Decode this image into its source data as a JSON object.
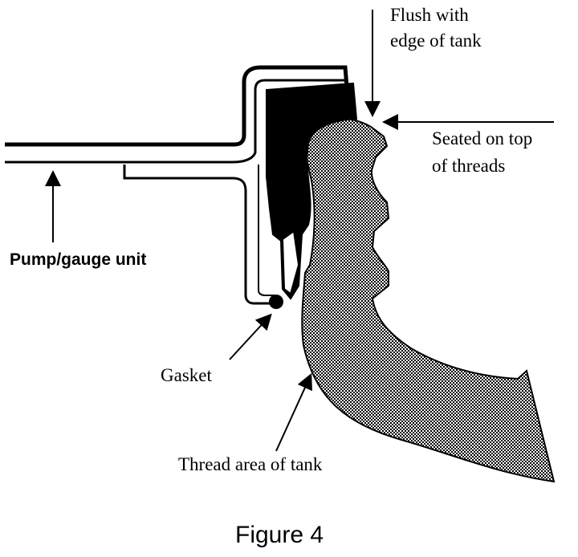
{
  "figure": {
    "caption": "Figure 4",
    "labels": {
      "flush_line1": "Flush with",
      "flush_line2": "edge of tank",
      "seated_line1": "Seated on top",
      "seated_line2": "of threads",
      "pump_gauge": "Pump/gauge unit",
      "gasket": "Gasket",
      "thread_area": "Thread area of tank"
    }
  },
  "colors": {
    "ink": "#000000",
    "paper": "#ffffff"
  }
}
